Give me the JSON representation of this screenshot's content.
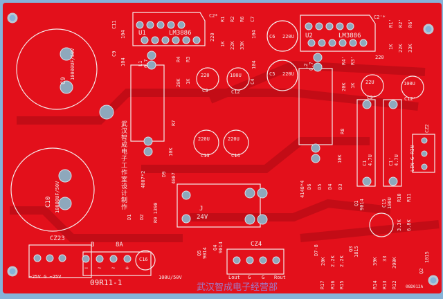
{
  "board": {
    "name": "09R11-1",
    "code": "08D012A",
    "maker_vertical": "武汉智成电子工作室设计制作",
    "watermark": "武汉智成电子经营部",
    "colors": {
      "pcb": "#e3101b",
      "trace": "#c30c16",
      "silk": "#f4ecec",
      "pad": "#8ea8bc",
      "background": "#86b3d8"
    }
  },
  "labels": {
    "c11": "C11",
    "c9": "C9",
    "v104": "104",
    "u1": "U1",
    "u2": "U2",
    "ic": "LM3886",
    "c2": "C2*",
    "c2p": "C2'*",
    "v220": "220",
    "r1": "R1",
    "r2": "R2",
    "r6": "R6",
    "r1p": "R1'",
    "r2p": "R2'",
    "r6p": "R6'",
    "k1": "1K",
    "k22": "22K",
    "k33": "33K",
    "k20": "20K",
    "k10": "10K",
    "c7": "C7",
    "c4": "C4",
    "c6": "C6",
    "c5": "C5",
    "u220": "220U",
    "l1": "L1",
    "l2": "L2",
    "l07": "0.7",
    "r4": "R4",
    "r3": "R3",
    "r4p": "R4'",
    "r3p": "R3'",
    "c3": "C3",
    "c3p": "C3'",
    "c12": "C12",
    "c12p": "C12'",
    "u22": "22U",
    "u100": "100U",
    "v220b": "220",
    "c9big": "C9",
    "c10big": "C10",
    "bigcap": "10000UF/50V",
    "c13": "C13",
    "c14": "C14",
    "r7": "R7",
    "r8": "R8",
    "d9": "D9",
    "d4007": "4007",
    "d4007x2": "4007*2",
    "d1": "D1",
    "d2": "D2",
    "r9": "R9 1390",
    "j": "J",
    "v24": "24V",
    "c1": "C1",
    "c1p": "C1'",
    "u47": "4.7U",
    "cz2": "CZ2",
    "linrin": "LIN G RIN",
    "d4148": "4148*4",
    "d6": "D6",
    "d5": "D5",
    "d4": "D4",
    "d3": "D3",
    "q1": "Q1",
    "t9014": "9014",
    "c15": "C15",
    "r10": "R10",
    "r11": "R11",
    "k33b": "3.3K",
    "k68": "6.8K",
    "cz23": "CZ23",
    "cz23pins": "~25V  G  ~25V",
    "b": "B",
    "a8": "8A",
    "minus": "−",
    "tilde1": "~",
    "tilde2": "~",
    "plus": "+",
    "c16": "C16",
    "c16v": "100U/50V",
    "q5": "Q5",
    "q4": "Q4",
    "cz4": "CZ4",
    "lout": "Lout",
    "g": "G",
    "rout": "Rout",
    "r17": "R17",
    "r16": "R16",
    "r15": "R15",
    "r14": "R14",
    "r13": "R13",
    "r12": "R12",
    "k22b": "2.2K",
    "k39": "39K",
    "o33": "33",
    "k390": "390K",
    "q3": "Q3",
    "t1815": "1815",
    "q2": "Q2",
    "t1015": "1015",
    "d078": "D7-8"
  }
}
